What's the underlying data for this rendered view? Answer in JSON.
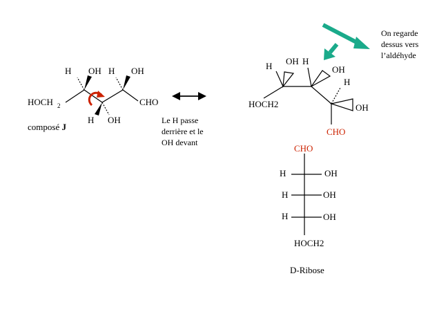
{
  "compound_j": {
    "h1": "H",
    "oh1": "OH",
    "h2": "H",
    "oh2": "OH",
    "left_group": "HOCH",
    "left_group_sub": "2",
    "right_group": "CHO",
    "h3": "H",
    "oh3": "OH",
    "caption_prefix": "composé ",
    "caption_letter": "J"
  },
  "note_h_passes": "Le H passe\nderrière et le\nOH devant",
  "note_look": "On regarde\ndessus vers\nl’aldéhyde",
  "perspective": {
    "h_left": "H",
    "oh_top": "OH",
    "h_top": "H",
    "oh_right_top": "OH",
    "h_right": "H",
    "oh_right": "OH",
    "hoch2": "HOCH2",
    "cho": "CHO"
  },
  "fischer": {
    "cho": "CHO",
    "rows": [
      {
        "left": "H",
        "right": "OH"
      },
      {
        "left": "H",
        "right": "OH"
      },
      {
        "left": "H",
        "right": "OH"
      }
    ],
    "bottom": "HOCH2",
    "name": "D-Ribose"
  },
  "colors": {
    "accent_red": "#cc2200",
    "arrow_teal": "#1aaa8a"
  }
}
